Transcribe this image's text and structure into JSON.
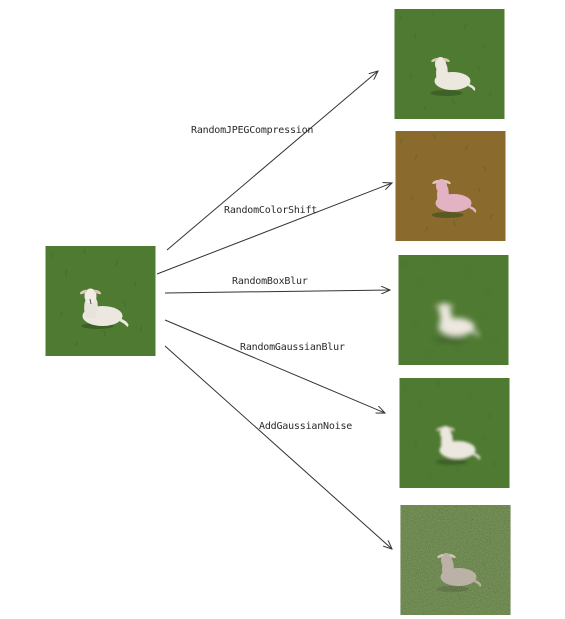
{
  "source_image": {
    "content": "lamb resting in grass",
    "icon": "lamb-photo"
  },
  "transforms": [
    {
      "name": "RandomJPEGCompression",
      "effect": "jpeg"
    },
    {
      "name": "RandomColorShift",
      "effect": "color-shift"
    },
    {
      "name": "RandomBoxBlur",
      "effect": "box-blur"
    },
    {
      "name": "RandomGaussianBlur",
      "effect": "gaussian-blur"
    },
    {
      "name": "AddGaussianNoise",
      "effect": "noise"
    }
  ],
  "colors": {
    "grass": "#4f7a32",
    "grass_dark": "#3d6326",
    "shifted_field": "#8b6a2e",
    "lamb": "#ece7df",
    "arrow": "#333333"
  }
}
